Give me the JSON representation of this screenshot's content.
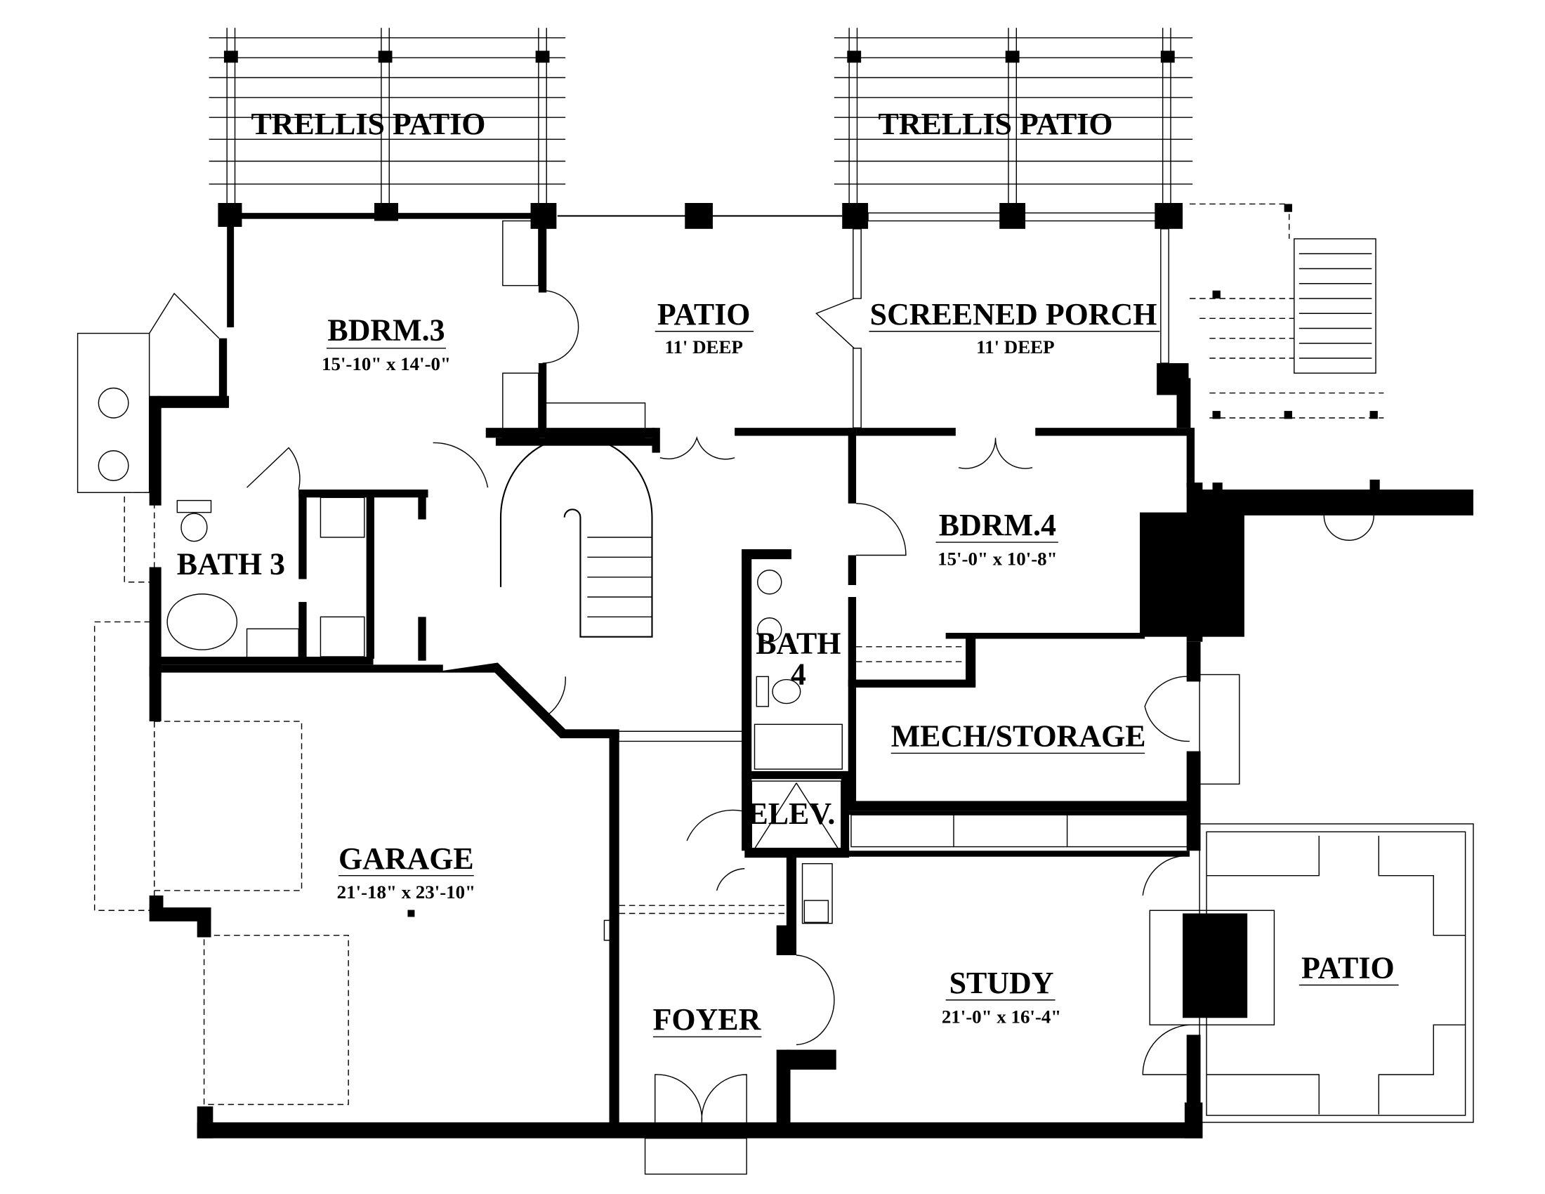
{
  "plan": {
    "rooms": {
      "trellis_left": {
        "name": "TRELLIS PATIO"
      },
      "trellis_right": {
        "name": "TRELLIS PATIO"
      },
      "bdrm3": {
        "name": "BDRM.3",
        "size": "15'-10\" x 14'-0\""
      },
      "patio_top": {
        "name": "PATIO",
        "size": "11' DEEP"
      },
      "screened_porch": {
        "name": "SCREENED PORCH",
        "size": "11' DEEP"
      },
      "bath3": {
        "name": "BATH 3"
      },
      "bdrm4": {
        "name": "BDRM.4",
        "size": "15'-0\" x 10'-8\""
      },
      "bath4": {
        "name": "BATH",
        "number": "4"
      },
      "mech": {
        "name": "MECH/STORAGE"
      },
      "elev": {
        "name": "ELEV."
      },
      "garage": {
        "name": "GARAGE",
        "size": "21'-18\" x 23'-10\""
      },
      "foyer": {
        "name": "FOYER"
      },
      "study": {
        "name": "STUDY",
        "size": "21'-0\" x 16'-4\""
      },
      "patio_right": {
        "name": "PATIO"
      }
    }
  }
}
